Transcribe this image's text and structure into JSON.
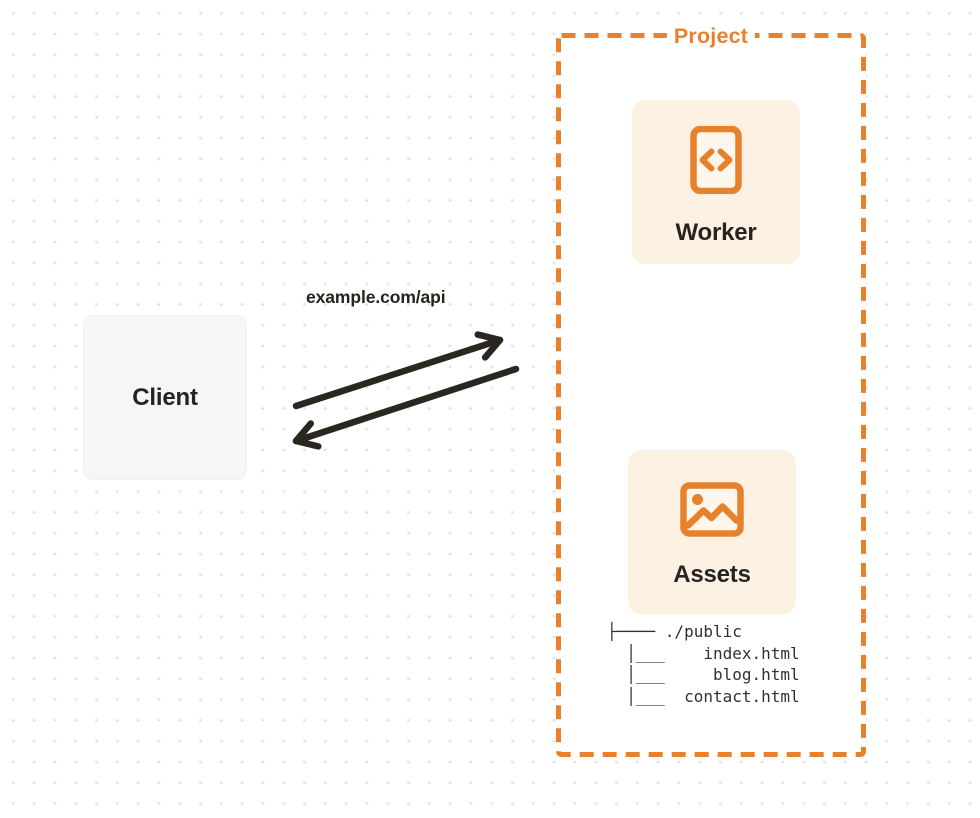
{
  "client": {
    "label": "Client"
  },
  "request": {
    "url_label": "example.com/api"
  },
  "project": {
    "title": "Project",
    "worker": {
      "label": "Worker",
      "icon": "code-file-icon"
    },
    "assets": {
      "label": "Assets",
      "icon": "image-icon",
      "file_tree": [
        "├──── ./public",
        "  │___    index.html",
        "  │___     blog.html",
        "  │___  contact.html"
      ]
    }
  },
  "colors": {
    "accent_orange": "#e8812c",
    "card_cream": "#fcf1e2",
    "client_gray": "#f6f6f8",
    "ink": "#262420",
    "dot_grid": "#e2e2e6",
    "background": "#ffffff"
  }
}
